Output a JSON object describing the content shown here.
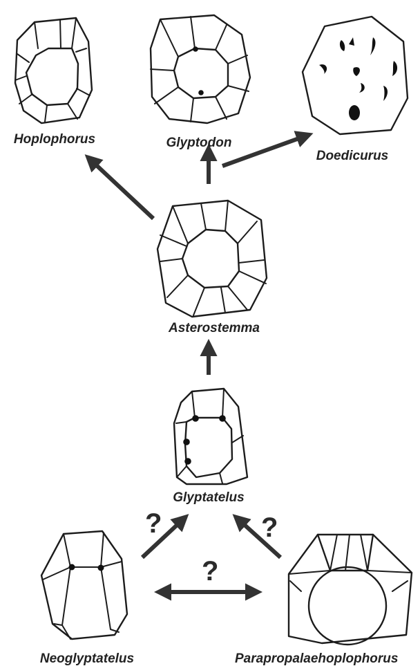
{
  "taxa": {
    "hoplophorus": "Hoplophorus",
    "glyptodon": "Glyptodon",
    "doedicurus": "Doedicurus",
    "asterostemma": "Asterostemma",
    "glyptatelus": "Glyptatelus",
    "neoglyptatelus": "Neoglyptatelus",
    "parapropalaehoplophorus": "Parapropalaehoplophorus"
  },
  "uncertainty": {
    "left": "?",
    "right": "?",
    "bottom": "?"
  },
  "colors": {
    "ink": "#1c1c1c",
    "arrow": "#333333",
    "background": "#ffffff"
  }
}
